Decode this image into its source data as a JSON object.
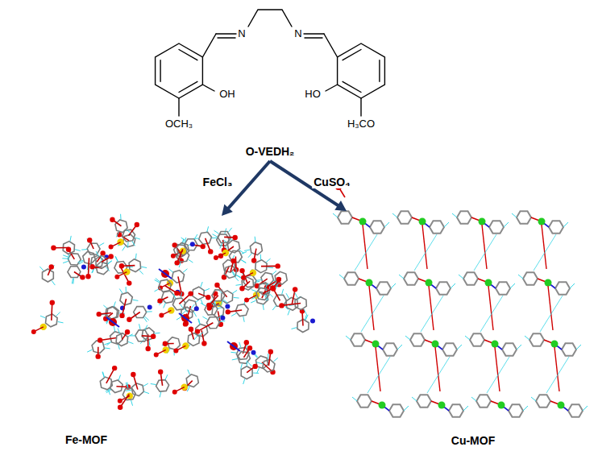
{
  "diagram": {
    "nodes": [
      {
        "text": [
          "O-VEDH₂"
        ]
      },
      {
        "text": [
          "Fe-MOF"
        ]
      },
      {
        "text": [
          "Cu-MOF"
        ]
      }
    ],
    "edges": [
      {
        "from": 0,
        "to": 1,
        "arrow": "to",
        "label": "FeCl₃"
      },
      {
        "from": 0,
        "to": 2,
        "arrow": "to",
        "label": "CuSO₄"
      }
    ],
    "labels": [
      "N",
      "N",
      "OH",
      "HO",
      "OCH₃",
      "H₃CO"
    ]
  }
}
